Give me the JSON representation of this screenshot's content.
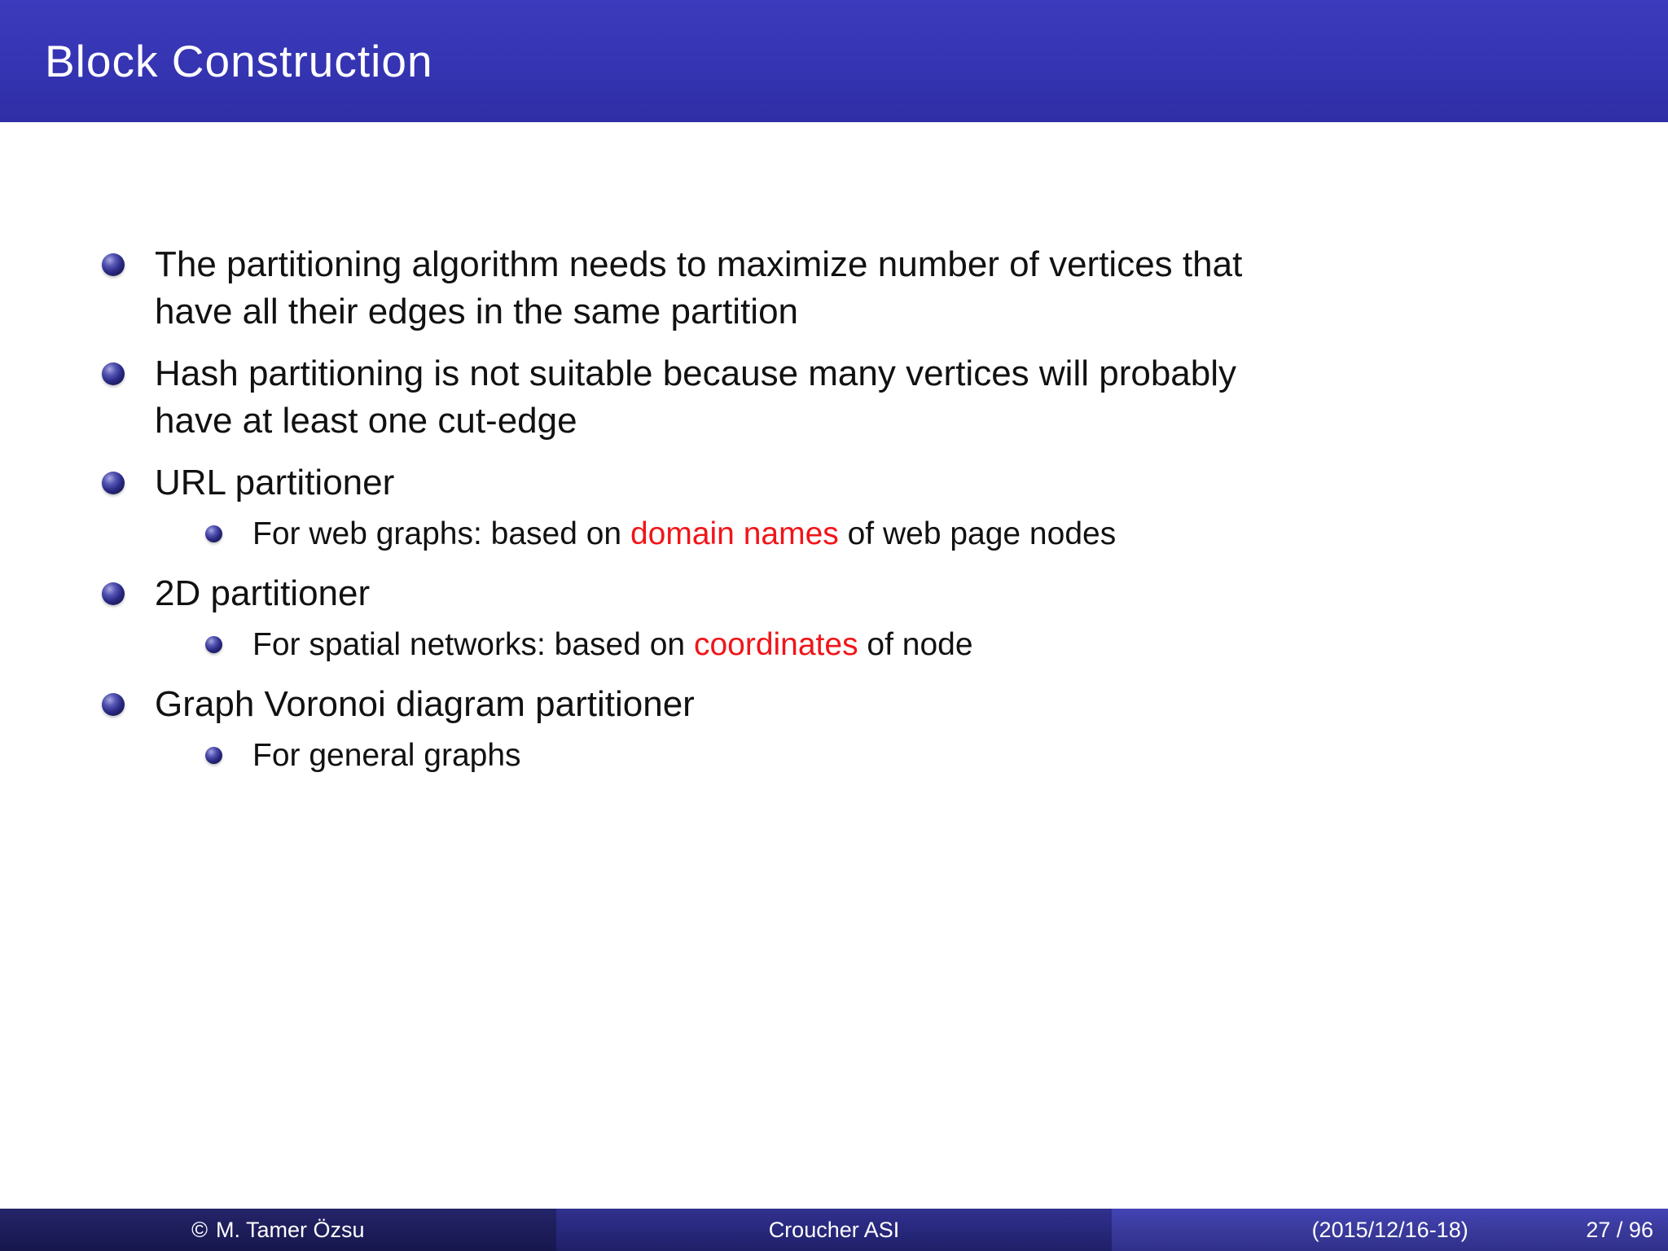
{
  "slide": {
    "title": "Block Construction",
    "colors": {
      "header_blue": "#3534b2",
      "header_blue_light": "#3c3bbd",
      "header_blue_dark": "#2f2ea5",
      "accent_red": "#f01519",
      "footer_left_bg": "#1e1e5c",
      "footer_mid_bg": "#29297f",
      "footer_right_bg": "#3b3b9e",
      "bullet_sphere": "#2a2a85"
    },
    "bullets": [
      {
        "level": 1,
        "segments": [
          {
            "text": "The partitioning algorithm needs to maximize number of vertices that\nhave all their edges in the same partition"
          }
        ]
      },
      {
        "level": 1,
        "segments": [
          {
            "text": "Hash partitioning is not suitable because many vertices will probably\nhave at least one cut-edge"
          }
        ]
      },
      {
        "level": 1,
        "segments": [
          {
            "text": "URL partitioner"
          }
        ]
      },
      {
        "level": 2,
        "segments": [
          {
            "text": "For web graphs: based on "
          },
          {
            "text": "domain names",
            "style": "red"
          },
          {
            "text": " of web page nodes"
          }
        ]
      },
      {
        "level": 1,
        "segments": [
          {
            "text": "2D partitioner"
          }
        ]
      },
      {
        "level": 2,
        "segments": [
          {
            "text": "For spatial networks: based on "
          },
          {
            "text": "coordinates",
            "style": "red"
          },
          {
            "text": " of node"
          }
        ]
      },
      {
        "level": 1,
        "segments": [
          {
            "text": "Graph Voronoi diagram partitioner"
          }
        ]
      },
      {
        "level": 2,
        "segments": [
          {
            "text": "For general graphs"
          }
        ]
      }
    ],
    "footer": {
      "copyright_symbol": "©",
      "author": "M. Tamer Özsu",
      "venue": "Croucher ASI",
      "date": "(2015/12/16-18)",
      "page": "27 / 96"
    }
  }
}
